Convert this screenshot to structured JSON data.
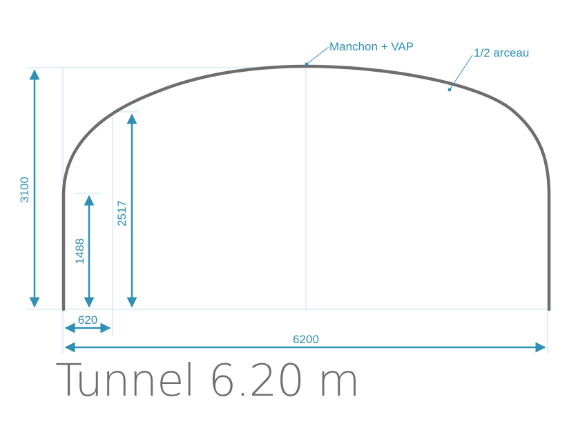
{
  "title": "Tunnel 6.20 m",
  "callouts": {
    "sleeve": "Manchon + VAP",
    "half_arch": "1/2 arceau"
  },
  "dimensions": {
    "total_height": "3100",
    "shoulder_height": "2517",
    "wall_height": "1488",
    "shoulder_offset": "620",
    "total_width": "6200"
  },
  "colors": {
    "dimension_blue": "#2f8fb5",
    "guide_blue": "#bfe0ec",
    "arch_gray": "#6e6e6e",
    "title_gray": "#6f6f6f"
  }
}
